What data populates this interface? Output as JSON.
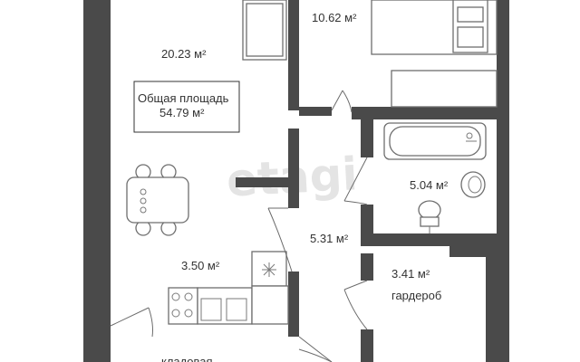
{
  "watermark": "etagi",
  "rooms": {
    "living": {
      "area": "20.23 м²"
    },
    "bedroom": {
      "area": "10.62 м²"
    },
    "kitchen": {
      "area": "3.50 м²"
    },
    "hall": {
      "area": "5.31 м²"
    },
    "bathroom": {
      "area": "5.04 м²"
    },
    "wardrobe": {
      "area": "3.41 м²",
      "name": "гардероб"
    },
    "bottom_partial": {
      "name": "кладовая"
    }
  },
  "total": {
    "label": "Общая площадь",
    "value": "54.79 м²"
  },
  "icons": [
    "sofa-icon",
    "bed-icon",
    "dining-table-icon",
    "bathtub-icon",
    "sink-icon",
    "toilet-icon",
    "stove-icon",
    "kitchen-sink-icon",
    "fridge-snowflake-icon"
  ],
  "colors": {
    "wall": "#4a4a4a",
    "line": "#6e6e6e",
    "watermark": "#e4e4e4"
  }
}
